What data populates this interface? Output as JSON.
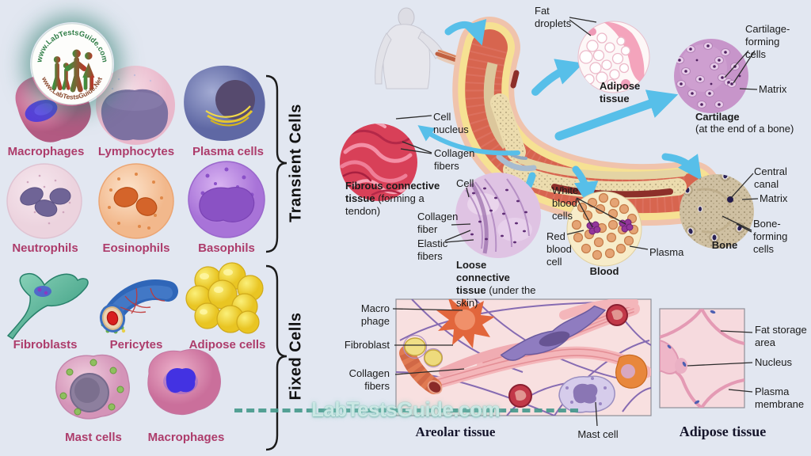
{
  "colors": {
    "background": "#e2e7f1",
    "cell_label_pink": "#ad3c6b",
    "arrow_blue": "#57bfe9",
    "dash_teal": "#44998b",
    "label_black": "#1b1b1b"
  },
  "logo": {
    "arc_top": "www.LabTestsGuide.com",
    "arc_bottom": "www.LabTestsGuide.Net"
  },
  "watermark": "LabTestsGuide.com",
  "left_panel": {
    "transient_group_label": "Transient Cells",
    "fixed_group_label": "Fixed Cells",
    "cells": {
      "macrophages_top": "Macrophages",
      "lymphocytes": "Lymphocytes",
      "plasma_cells": "Plasma cells",
      "neutrophils": "Neutrophils",
      "eosinophils": "Eosinophils",
      "basophils": "Basophils",
      "fibroblasts": "Fibroblasts",
      "pericytes": "Pericytes",
      "adipose_cells": "Adipose cells",
      "mast_cells": "Mast cells",
      "macrophages_bottom": "Macrophages"
    }
  },
  "tissues": {
    "adipose": {
      "caption": "Adipose\ntissue",
      "labels": {
        "fat_droplets": "Fat\ndroplets"
      }
    },
    "cartilage": {
      "caption": "Cartilage",
      "caption_sub": "(at the end of a bone)",
      "labels": {
        "forming_cells": "Cartilage-\nforming\ncells",
        "matrix": "Matrix"
      }
    },
    "fibrous": {
      "caption_bold": "Fibrous connective tissue",
      "caption_normal": "(forming a tendon)",
      "labels": {
        "cell_nucleus": "Cell\nnucleus",
        "collagen_fibers": "Collagen\nfibers"
      }
    },
    "loose": {
      "caption_bold": "Loose connective tissue",
      "caption_normal": "(under the skin)",
      "labels": {
        "cell": "Cell",
        "collagen_fiber": "Collagen\nfiber",
        "elastic_fibers": "Elastic\nfibers"
      }
    },
    "blood": {
      "caption": "Blood",
      "labels": {
        "white_blood_cells": "White\nblood\ncells",
        "red_blood_cell": "Red\nblood\ncell",
        "plasma": "Plasma"
      }
    },
    "bone": {
      "caption": "Bone",
      "labels": {
        "central_canal": "Central\ncanal",
        "matrix": "Matrix",
        "bone_forming": "Bone-\nforming\ncells"
      }
    },
    "areolar": {
      "caption": "Areolar tissue",
      "labels": {
        "macrophage": "Macro\nphage",
        "fibroblast": "Fibroblast",
        "collagen_fibers": "Collagen\nfibers",
        "mast_cell": "Mast cell"
      }
    },
    "adipose_panel": {
      "caption": "Adipose tissue",
      "labels": {
        "fat_storage": "Fat storage\narea",
        "nucleus": "Nucleus",
        "plasma_membrane": "Plasma\nmembrane"
      }
    }
  }
}
